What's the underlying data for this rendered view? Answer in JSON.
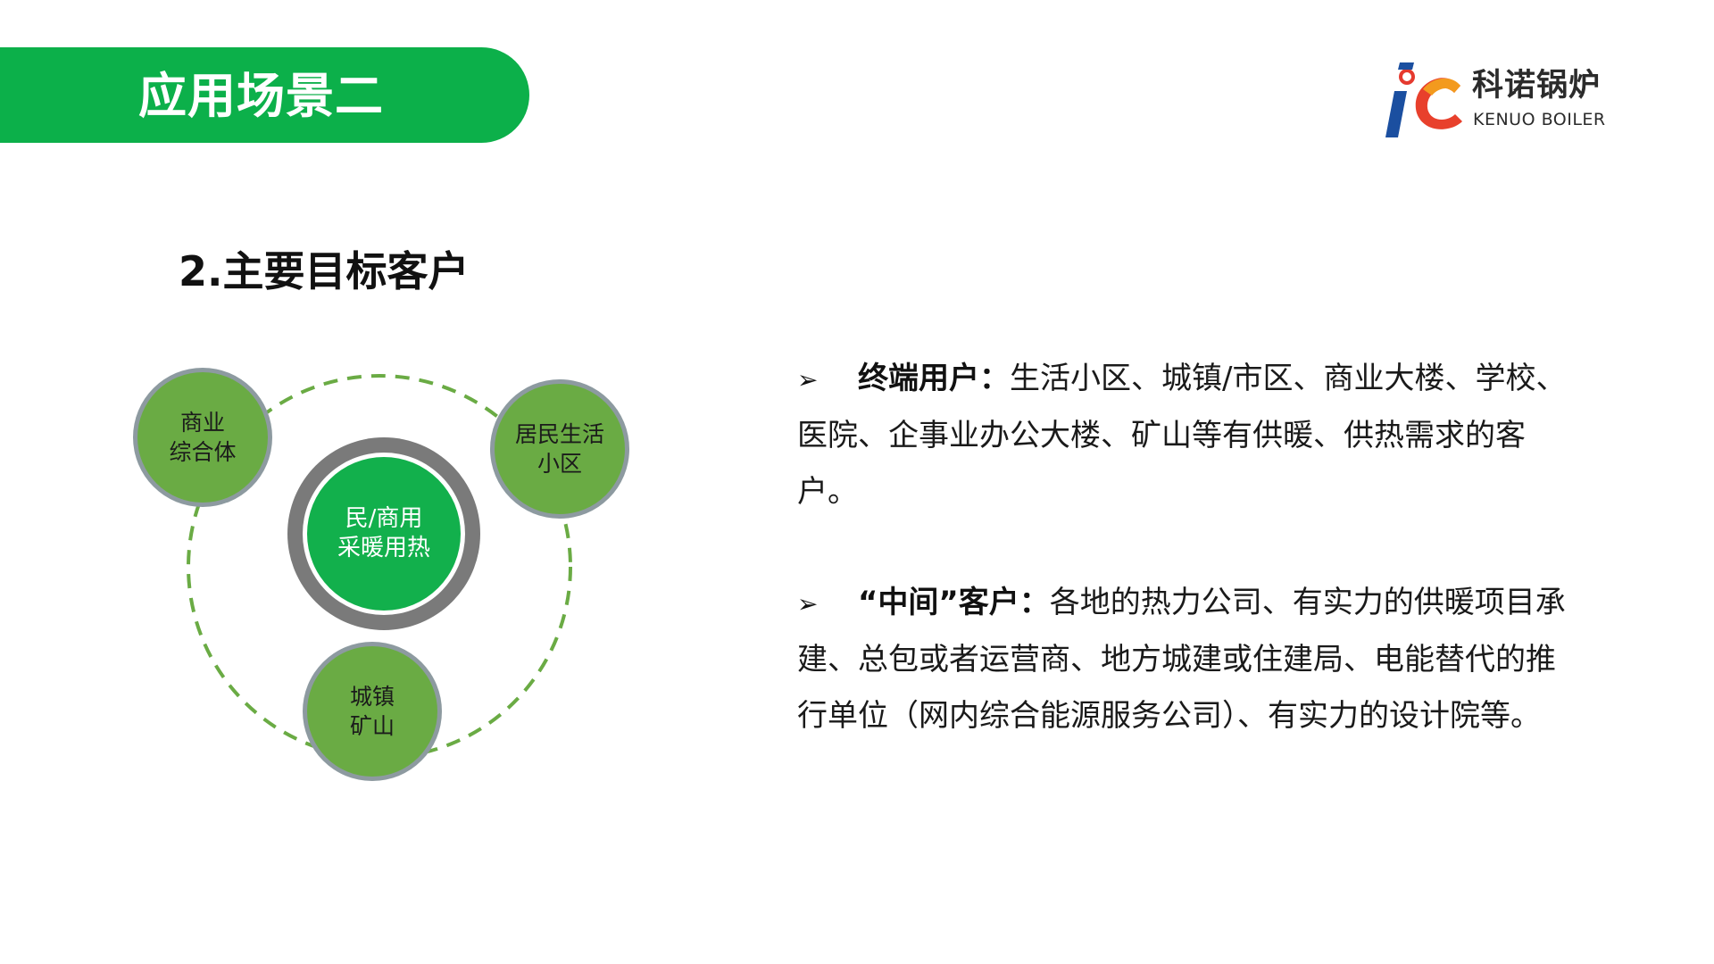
{
  "header": {
    "title": "应用场景二"
  },
  "logo": {
    "chinese_name": "科诺锅炉",
    "english_name": "KENUO BOILER",
    "colors": {
      "blue": "#1b4fa0",
      "red": "#e53a2f",
      "orange": "#f39a1e"
    }
  },
  "section": {
    "heading": "2.主要目标客户"
  },
  "diagram": {
    "center": {
      "line1": "民/商用",
      "line2": "采暖用热"
    },
    "nodes": [
      {
        "line1": "商业",
        "line2": "综合体"
      },
      {
        "line1": "居民生活",
        "line2": "小区"
      },
      {
        "line1": "城镇",
        "line2": "矿山"
      }
    ],
    "colors": {
      "center_fill": "#12b04c",
      "node_fill": "#6aab44",
      "ring": "#7a7a7a",
      "dashed": "#6aab44"
    }
  },
  "bullets": [
    {
      "marker": "➢",
      "label": "终端用户：",
      "text": "生活小区、城镇/市区、商业大楼、学校、医院、企事业办公大楼、矿山等有供暖、供热需求的客户。"
    },
    {
      "marker": "➢",
      "label": "“中间”客户：",
      "text": "各地的热力公司、有实力的供暖项目承建、总包或者运营商、地方城建或住建局、电能替代的推行单位（网内综合能源服务公司）、有实力的设计院等。"
    }
  ],
  "colors": {
    "banner": "#0cb04a",
    "text": "#1a1a1a"
  }
}
